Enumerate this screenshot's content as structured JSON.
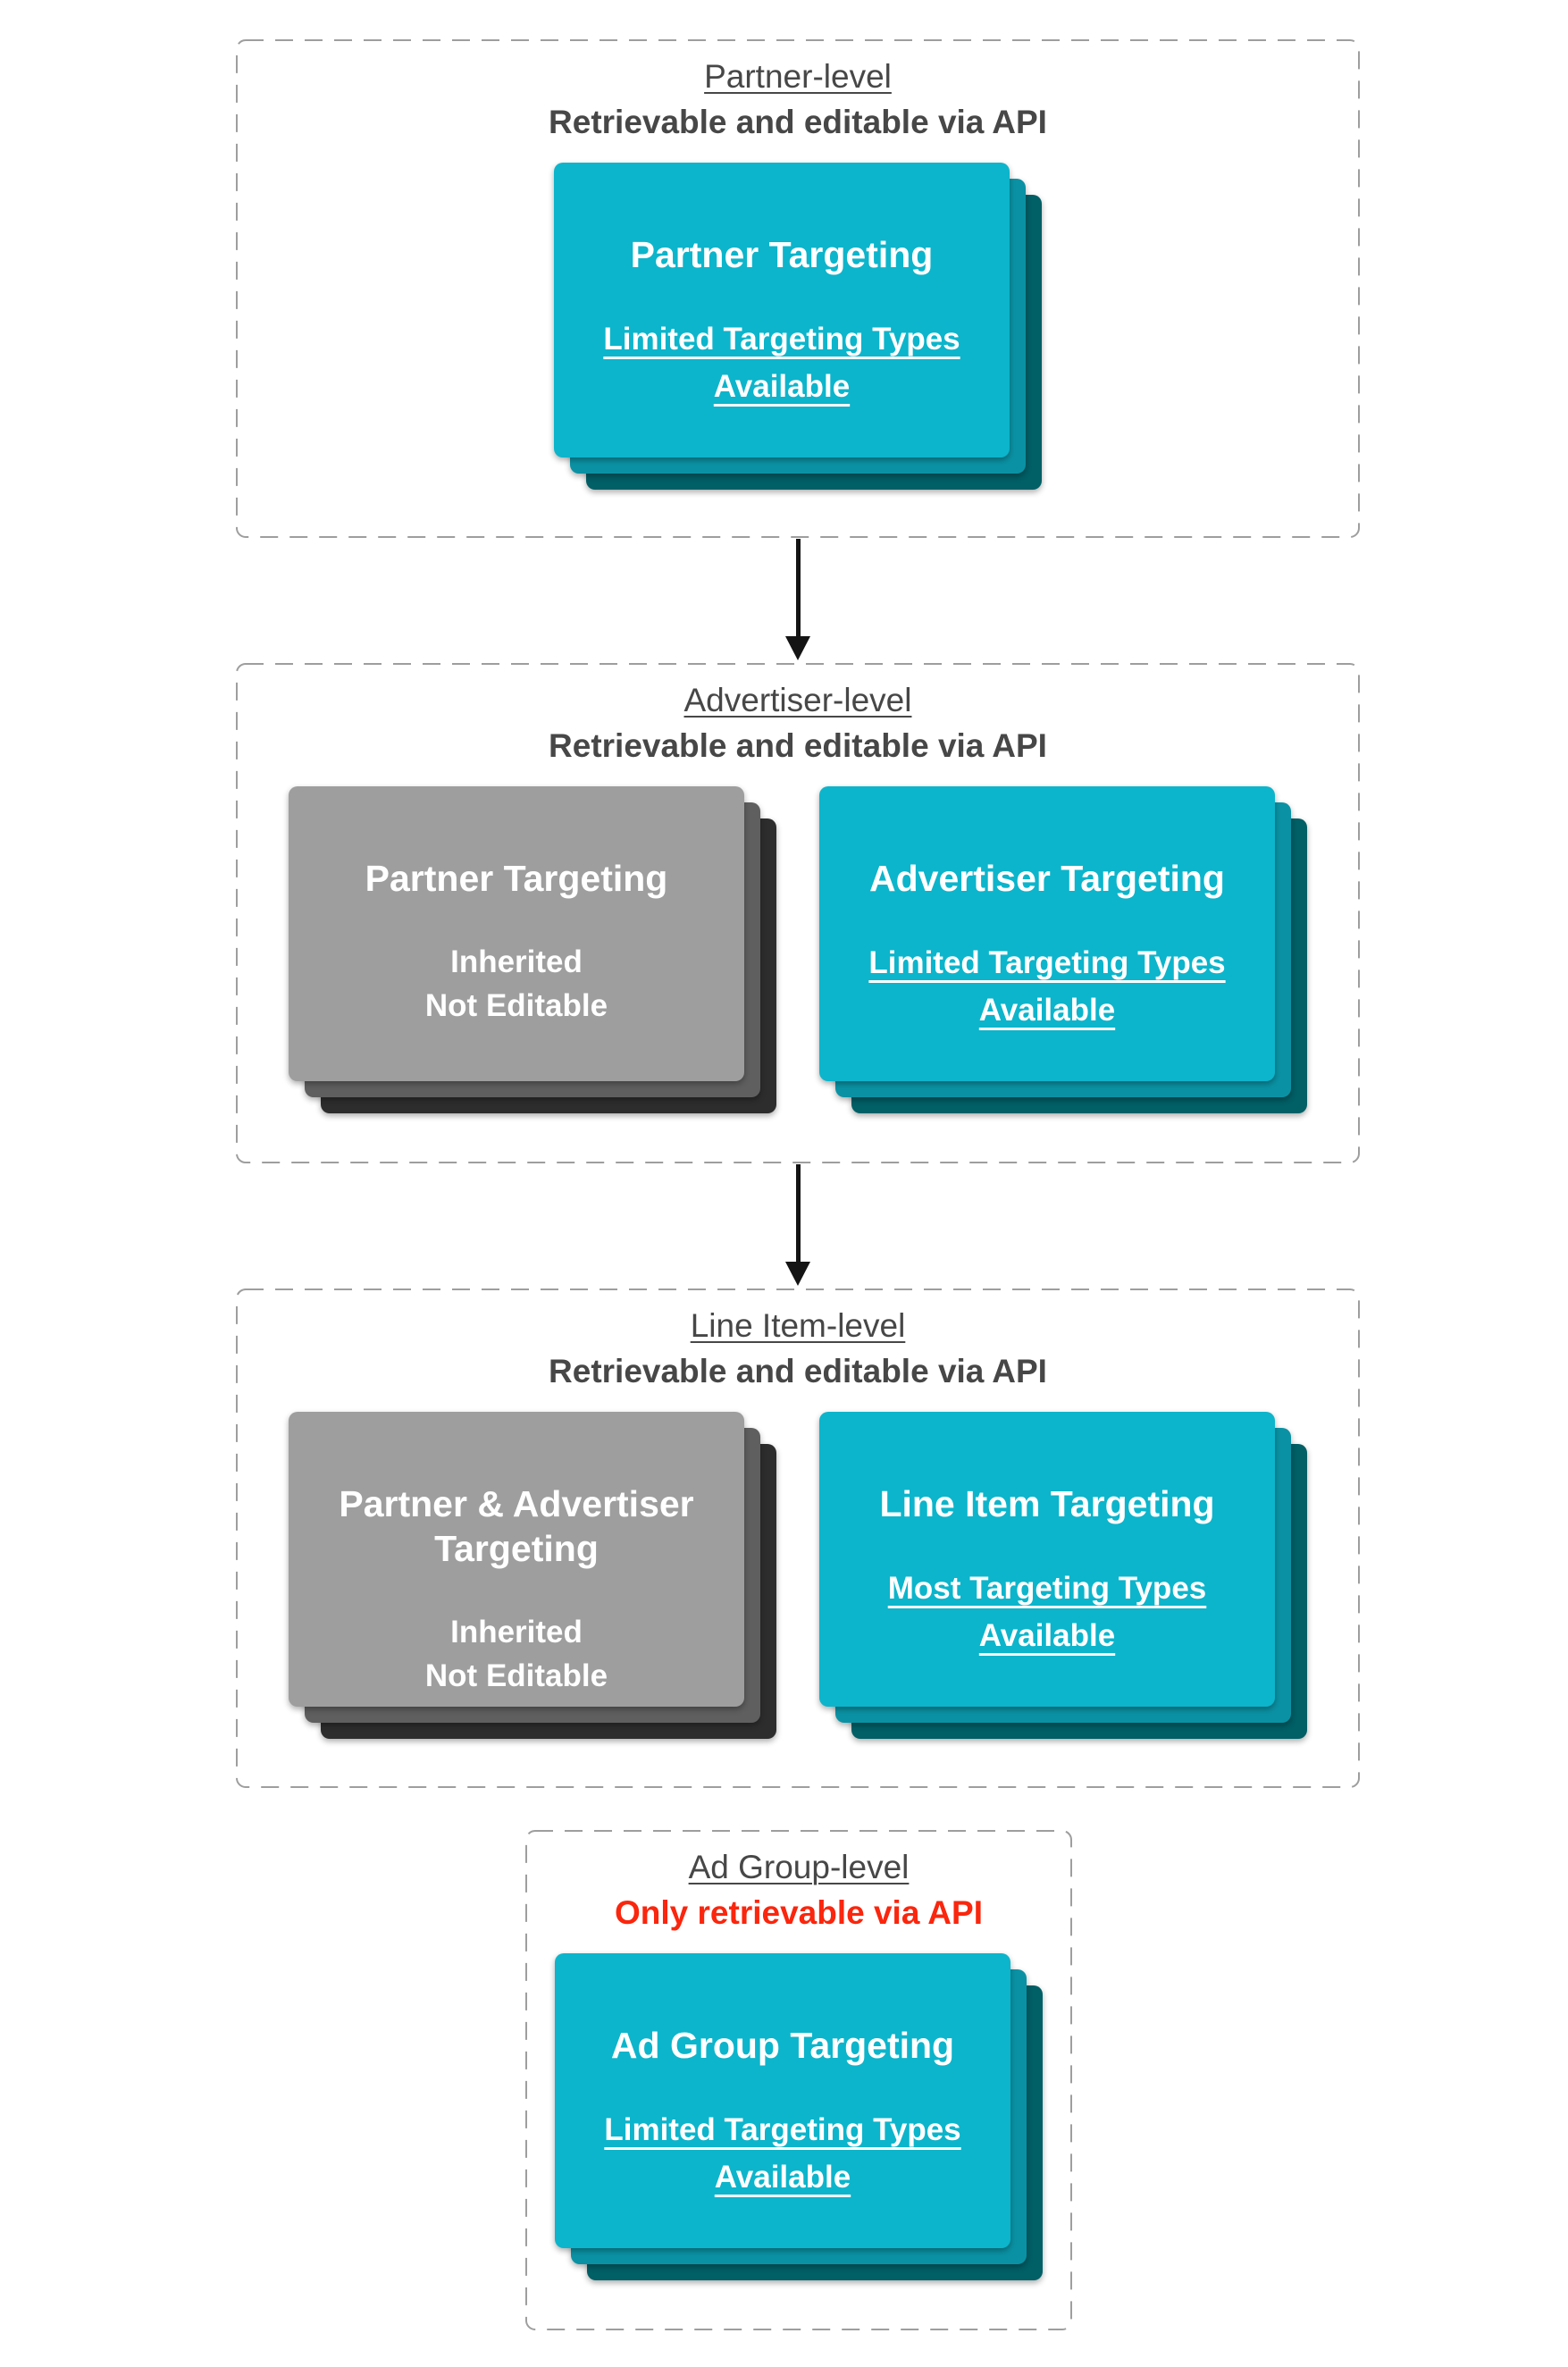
{
  "colors": {
    "teal_front": "#0cb5cb",
    "teal_mid": "#0a92a4",
    "teal_back": "#015f66",
    "gray_front": "#9e9e9e",
    "gray_mid": "#5f5f5f",
    "gray_back": "#2d2d2d",
    "header_text": "#474747",
    "red_text": "#fa260d",
    "border": "#9e9e9e",
    "arrow": "#141414",
    "card_text": "#ffffff",
    "page_bg": "#ffffff"
  },
  "sections": [
    {
      "level_title": "Partner-level",
      "level_subtitle": "Retrievable and editable via API",
      "cards": [
        {
          "style": "teal",
          "title": "Partner Targeting",
          "subtitle": "Limited Targeting Types Available"
        }
      ]
    },
    {
      "level_title": "Advertiser-level",
      "level_subtitle": "Retrievable and editable via API",
      "cards": [
        {
          "style": "gray",
          "title": "Partner Targeting",
          "lines": [
            "Inherited",
            "Not Editable"
          ]
        },
        {
          "style": "teal",
          "title": "Advertiser Targeting",
          "subtitle": "Limited Targeting Types Available"
        }
      ]
    },
    {
      "level_title": "Line Item-level",
      "level_subtitle": "Retrievable and editable via API",
      "cards": [
        {
          "style": "gray",
          "title": "Partner & Advertiser Targeting",
          "lines": [
            "Inherited",
            "Not Editable"
          ]
        },
        {
          "style": "teal",
          "title": "Line Item Targeting",
          "subtitle": "Most Targeting Types Available"
        }
      ]
    },
    {
      "level_title": "Ad Group-level",
      "level_subtitle": "Only retrievable via API",
      "cards": [
        {
          "style": "teal",
          "title": "Ad Group Targeting",
          "subtitle": "Limited Targeting Types Available"
        }
      ]
    }
  ]
}
